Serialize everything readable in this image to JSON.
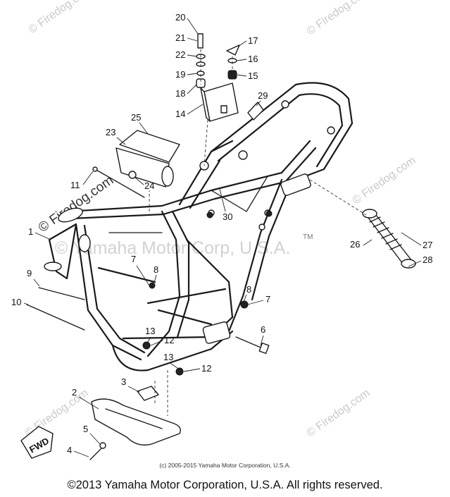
{
  "watermarks": {
    "brand": "© Firedog.com",
    "center": "© Yamaha Motor Corp, U.S.A.",
    "tm": "TM"
  },
  "callouts": {
    "c1": "1",
    "c2": "2",
    "c3": "3",
    "c4": "4",
    "c5": "5",
    "c6": "6",
    "c7a": "7",
    "c7b": "7",
    "c8a": "8",
    "c8b": "8",
    "c9": "9",
    "c10": "10",
    "c11": "11",
    "c12a": "12",
    "c12b": "12",
    "c13a": "13",
    "c13b": "13",
    "c14": "14",
    "c15": "15",
    "c16": "16",
    "c17": "17",
    "c18": "18",
    "c19": "19",
    "c20": "20",
    "c21": "21",
    "c22": "22",
    "c23": "23",
    "c24": "24",
    "c25": "25",
    "c26": "26",
    "c27": "27",
    "c28": "28",
    "c29": "29",
    "c30": "30"
  },
  "arrow_label": "FWD",
  "small_copyright": "(c) 2005-2015 Yamaha Motor Corporation, U.S.A.",
  "footer": "©2013 Yamaha Motor Corporation, U.S.A. All rights reserved."
}
